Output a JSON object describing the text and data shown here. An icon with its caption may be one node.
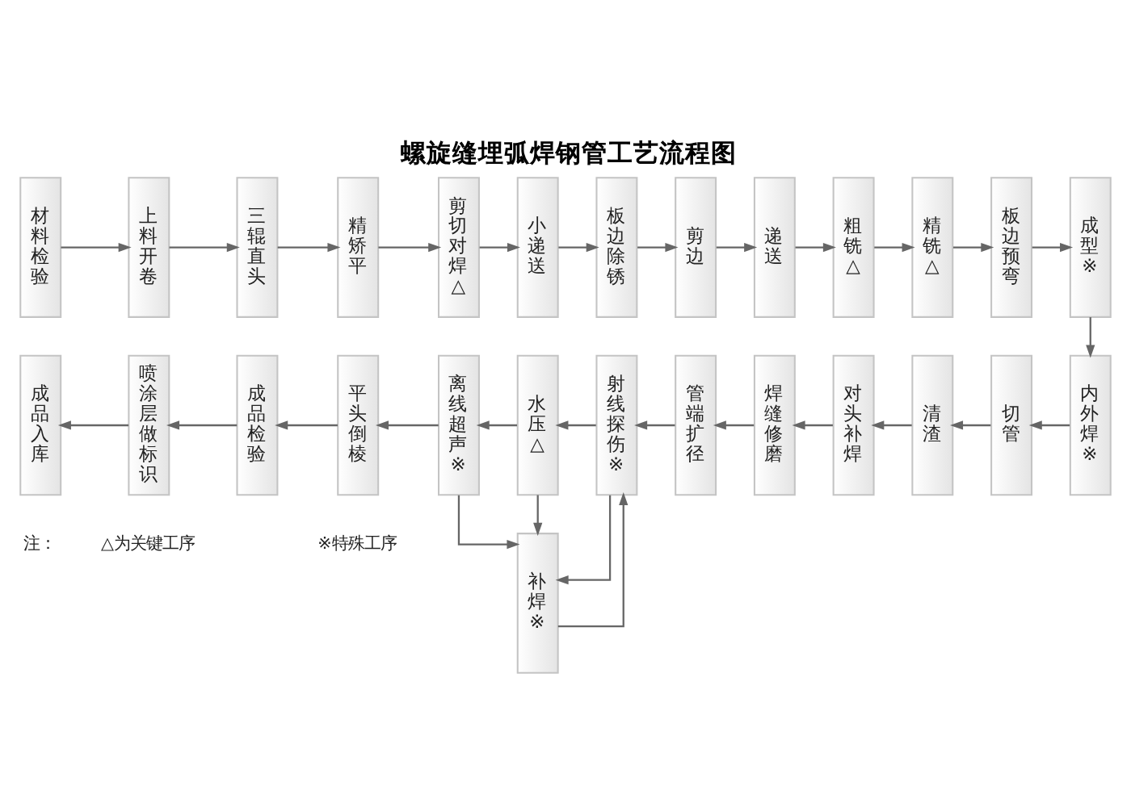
{
  "diagram": {
    "title": "螺旋缝埋弧焊钢管工艺流程图",
    "nodes": [
      {
        "text": [
          "材料检验"
        ]
      },
      {
        "text": [
          "上料开卷"
        ]
      },
      {
        "text": [
          "三辊直头"
        ]
      },
      {
        "text": [
          "精矫平"
        ]
      },
      {
        "text": [
          "剪切对焊△"
        ]
      },
      {
        "text": [
          "小递送"
        ]
      },
      {
        "text": [
          "板边除锈"
        ]
      },
      {
        "text": [
          "剪边"
        ]
      },
      {
        "text": [
          "递送"
        ]
      },
      {
        "text": [
          "粗铣△"
        ]
      },
      {
        "text": [
          "精铣△"
        ]
      },
      {
        "text": [
          "板边预弯"
        ]
      },
      {
        "text": [
          "成型※"
        ]
      },
      {
        "text": [
          "内外焊※"
        ]
      },
      {
        "text": [
          "切管"
        ]
      },
      {
        "text": [
          "清渣"
        ]
      },
      {
        "text": [
          "对头补焊"
        ]
      },
      {
        "text": [
          "焊缝修磨"
        ]
      },
      {
        "text": [
          "管端扩径"
        ]
      },
      {
        "text": [
          "射线探伤※"
        ]
      },
      {
        "text": [
          "水压△"
        ]
      },
      {
        "text": [
          "离线超声※"
        ]
      },
      {
        "text": [
          "平头倒棱"
        ]
      },
      {
        "text": [
          "成品检验"
        ]
      },
      {
        "text": [
          "喷涂层做标识"
        ]
      },
      {
        "text": [
          "成品入库"
        ]
      },
      {
        "text": [
          "补焊※"
        ]
      }
    ],
    "edges": [
      {
        "from": 0,
        "to": 1,
        "arrow": "to"
      },
      {
        "from": 1,
        "to": 2,
        "arrow": "to"
      },
      {
        "from": 2,
        "to": 3,
        "arrow": "to"
      },
      {
        "from": 3,
        "to": 4,
        "arrow": "to"
      },
      {
        "from": 4,
        "to": 5,
        "arrow": "to"
      },
      {
        "from": 5,
        "to": 6,
        "arrow": "to"
      },
      {
        "from": 6,
        "to": 7,
        "arrow": "to"
      },
      {
        "from": 7,
        "to": 8,
        "arrow": "to"
      },
      {
        "from": 8,
        "to": 9,
        "arrow": "to"
      },
      {
        "from": 9,
        "to": 10,
        "arrow": "to"
      },
      {
        "from": 10,
        "to": 11,
        "arrow": "to"
      },
      {
        "from": 11,
        "to": 12,
        "arrow": "to"
      },
      {
        "from": 12,
        "to": 13,
        "arrow": "to"
      },
      {
        "from": 13,
        "to": 14,
        "arrow": "to"
      },
      {
        "from": 14,
        "to": 15,
        "arrow": "to"
      },
      {
        "from": 15,
        "to": 16,
        "arrow": "to"
      },
      {
        "from": 16,
        "to": 17,
        "arrow": "to"
      },
      {
        "from": 17,
        "to": 18,
        "arrow": "to"
      },
      {
        "from": 18,
        "to": 19,
        "arrow": "to"
      },
      {
        "from": 19,
        "to": 20,
        "arrow": "to"
      },
      {
        "from": 20,
        "to": 21,
        "arrow": "to"
      },
      {
        "from": 21,
        "to": 22,
        "arrow": "to"
      },
      {
        "from": 22,
        "to": 23,
        "arrow": "to"
      },
      {
        "from": 23,
        "to": 24,
        "arrow": "to"
      },
      {
        "from": 24,
        "to": 25,
        "arrow": "to"
      },
      {
        "from": 21,
        "to": 26,
        "arrow": "to"
      },
      {
        "from": 20,
        "to": 26,
        "arrow": "to"
      },
      {
        "from": 19,
        "to": 26,
        "arrow": "to"
      },
      {
        "from": 26,
        "to": 19,
        "arrow": "to"
      }
    ],
    "labels": [
      "注：",
      "△为关键工序",
      "※特殊工序"
    ]
  }
}
